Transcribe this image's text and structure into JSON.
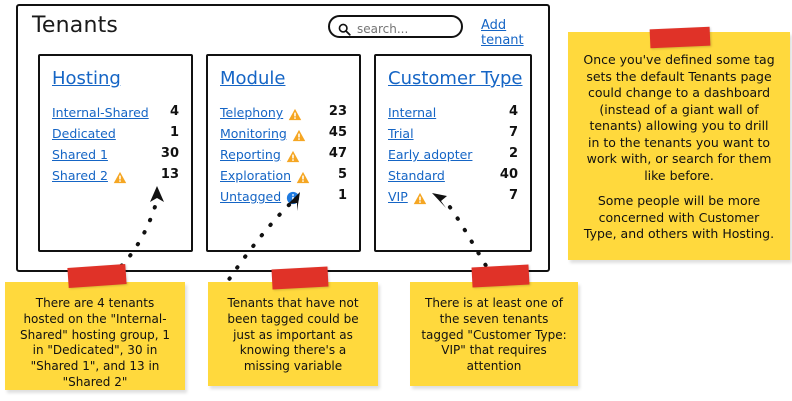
{
  "app": {
    "title": "Tenants",
    "search": {
      "placeholder": "search...",
      "value": "",
      "icon": "search-icon"
    },
    "add_tenant_label": "Add tenant"
  },
  "colors": {
    "link": "#1565c5",
    "warning": "#f5a623",
    "info": "#1e7ae0",
    "note_bg": "#ffd93d",
    "tape": "#e03228",
    "outline": "#111111"
  },
  "panels": [
    {
      "title": "Hosting",
      "rows": [
        {
          "label": "Internal-Shared",
          "count": "4",
          "badge": "none"
        },
        {
          "label": "Dedicated",
          "count": "1",
          "badge": "none"
        },
        {
          "label": "Shared 1",
          "count": "30",
          "badge": "none"
        },
        {
          "label": "Shared 2",
          "count": "13",
          "badge": "warning-icon"
        }
      ]
    },
    {
      "title": "Module",
      "rows": [
        {
          "label": "Telephony",
          "count": "23",
          "badge": "warning-icon"
        },
        {
          "label": "Monitoring",
          "count": "45",
          "badge": "warning-icon"
        },
        {
          "label": "Reporting",
          "count": "47",
          "badge": "warning-icon"
        },
        {
          "label": "Exploration",
          "count": "5",
          "badge": "warning-icon"
        },
        {
          "label": "Untagged",
          "count": "1",
          "badge": "info-icon"
        }
      ]
    },
    {
      "title": "Customer Type",
      "rows": [
        {
          "label": "Internal",
          "count": "4",
          "badge": "none"
        },
        {
          "label": "Trial",
          "count": "7",
          "badge": "none"
        },
        {
          "label": "Early adopter",
          "count": "2",
          "badge": "none"
        },
        {
          "label": "Standard",
          "count": "40",
          "badge": "none"
        },
        {
          "label": "VIP",
          "count": "7",
          "badge": "warning-icon"
        }
      ]
    }
  ],
  "notes": {
    "right": {
      "paragraphs": [
        "Once you've defined some tag sets the default Tenants page could change to a dashboard (instead of a giant wall of tenants) allowing you to drill in to the tenants you want to work with, or search for them like before.",
        "Some people will be more concerned with Customer Type, and others with Hosting."
      ]
    },
    "bottom1": {
      "text": "There are 4 tenants hosted on the \"Internal-Shared\" hosting group, 1 in \"Dedicated\", 30 in \"Shared 1\", and 13 in \"Shared 2\""
    },
    "bottom2": {
      "text": "Tenants that have not been tagged could be just as important as knowing there's a missing variable"
    },
    "bottom3": {
      "text": "There is at least one of the seven tenants tagged \"Customer Type: VIP\" that requires attention"
    }
  }
}
